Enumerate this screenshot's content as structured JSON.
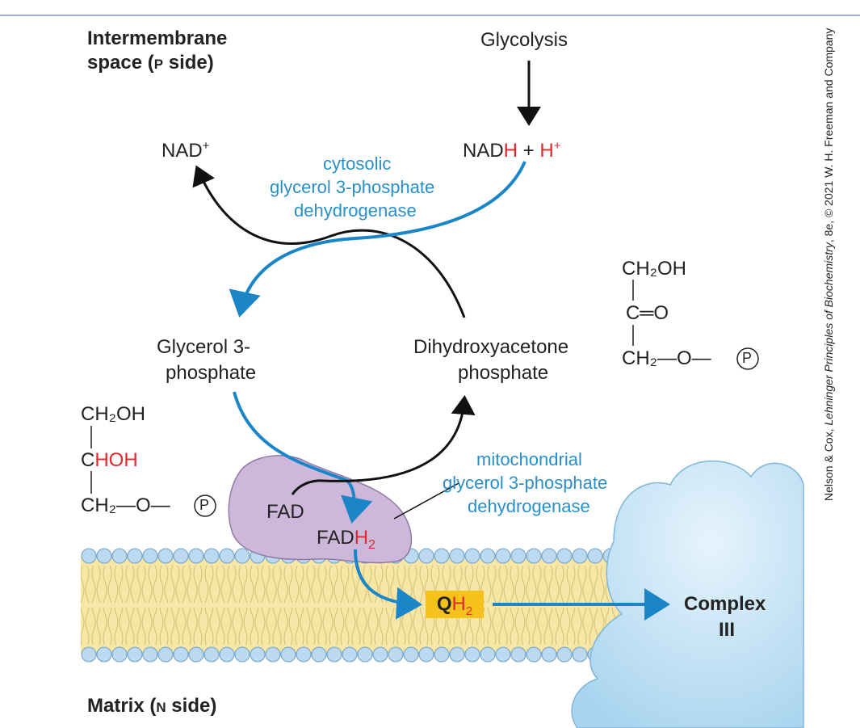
{
  "labels": {
    "intermembrane_line1": "Intermembrane",
    "intermembrane_line2_a": "space (",
    "intermembrane_line2_p": "P",
    "intermembrane_line2_b": " side)",
    "glycolysis": "Glycolysis",
    "nad_plus": "NAD",
    "nad_plus_sup": "+",
    "nadh_a": "NAD",
    "nadh_h": "H",
    "nadh_plus": " + ",
    "h_plus": "H",
    "h_plus_sup": "+",
    "cyto_enzyme_1": "cytosolic",
    "cyto_enzyme_2": "glycerol 3-phosphate",
    "cyto_enzyme_3": "dehydrogenase",
    "g3p_1": "Glycerol 3-",
    "g3p_2": "phosphate",
    "dhap_1": "Dihydroxyacetone",
    "dhap_2": "phosphate",
    "mito_enzyme_1": "mitochondrial",
    "mito_enzyme_2": "glycerol 3-phosphate",
    "mito_enzyme_3": "dehydrogenase",
    "fad": "FAD",
    "fadh2_a": "FADH",
    "fadh2_sub": "2",
    "qh2_q": "Q",
    "qh2_h": "H",
    "qh2_sub": "2",
    "complex_1": "Complex",
    "complex_2": "III",
    "matrix_a": "Matrix (",
    "matrix_n": "N",
    "matrix_b": " side)",
    "credit_a": "Nelson & Cox, ",
    "credit_b": "Lehninger Principles of Biochemistry",
    "credit_c": ", 8e, © 2021 W. H. Freeman and Company"
  },
  "structures": {
    "dhap": {
      "row1": "CH₂OH",
      "row2": "C═O",
      "row3": "CH₂—O—",
      "phosphate": "P"
    },
    "g3p": {
      "row1": "CH₂OH",
      "row2_c": "C",
      "row2_hoh": "HOH",
      "row3": "CH₂—O—",
      "phosphate": "P"
    }
  },
  "colors": {
    "blue_arrow": "#1a86c8",
    "black_arrow": "#111111",
    "red_h": "#e0282e",
    "enzyme": "#cdb8dc",
    "membrane": "#f7e6a6",
    "head_group": "#bcd9f2",
    "complex": "#bfe0f5",
    "qh2_box": "#f5c21b"
  }
}
